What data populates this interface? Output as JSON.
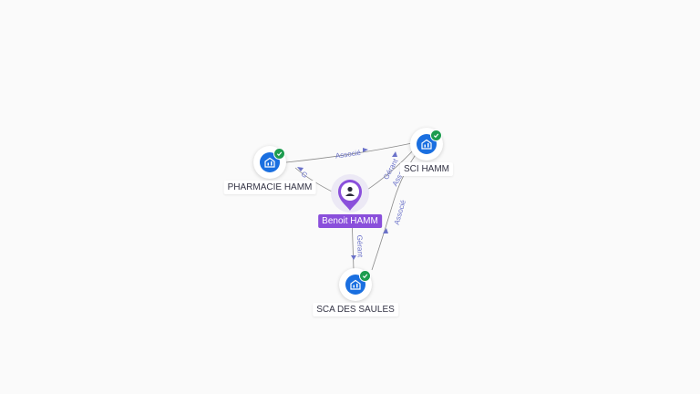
{
  "nodes": {
    "pharmacie": {
      "label": "PHARMACIE HAMM",
      "icon": "company-building-icon",
      "verified": true
    },
    "sci": {
      "label": "SCI HAMM",
      "icon": "company-building-icon",
      "verified": true
    },
    "sca": {
      "label": "SCA DES SAULES",
      "icon": "company-building-icon",
      "verified": true
    },
    "person": {
      "label": "Benoit HAMM",
      "icon": "person-icon"
    }
  },
  "edges": {
    "pharmacie_sci": "Associé",
    "person_pharmacie": "G",
    "person_sci_gerant": "Gérant",
    "person_sci_associe": "Associé",
    "person_sca": "Gérant",
    "sca_sci": "Associé"
  },
  "colors": {
    "company": "#1a6fe0",
    "verified": "#1d9c4f",
    "person": "#8a4fdb",
    "edge": "#707070",
    "edge_label": "#6b72c9"
  }
}
